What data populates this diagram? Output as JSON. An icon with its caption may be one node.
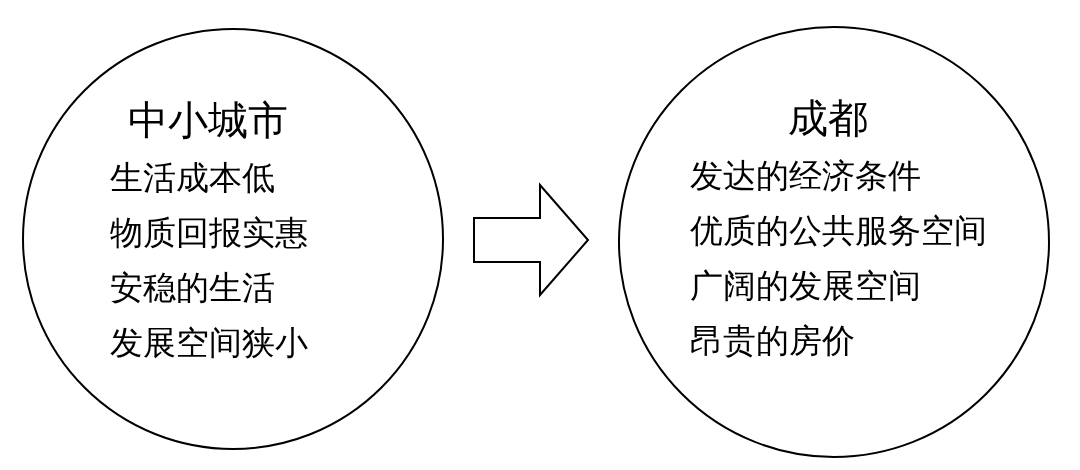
{
  "diagram": {
    "nodes": [
      {
        "text": [
          "中小城市",
          "生活成本低",
          "物质回报实惠",
          "安稳的生活",
          "发展空间狭小"
        ]
      },
      {
        "text": [
          "成都",
          "发达的经济条件",
          "优质的公共服务空间",
          "广阔的发展空间",
          "昂贵的房价"
        ]
      }
    ],
    "edges": [
      {
        "from": 0,
        "to": 1,
        "arrow": "to"
      }
    ]
  }
}
